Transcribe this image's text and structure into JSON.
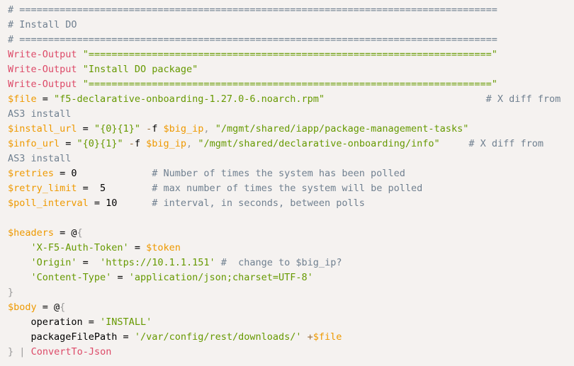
{
  "code_block": {
    "language": "powershell",
    "lines": [
      [
        [
          "comment",
          "# ==================================================================================="
        ]
      ],
      [
        [
          "comment",
          "# Install DO"
        ]
      ],
      [
        [
          "comment",
          "# ==================================================================================="
        ]
      ],
      [
        [
          "function",
          "Write-Output"
        ],
        [
          "plain",
          " "
        ],
        [
          "string",
          "\"======================================================================\""
        ]
      ],
      [
        [
          "function",
          "Write-Output"
        ],
        [
          "plain",
          " "
        ],
        [
          "string",
          "\"Install DO package\""
        ]
      ],
      [
        [
          "function",
          "Write-Output"
        ],
        [
          "plain",
          " "
        ],
        [
          "string",
          "\"======================================================================\""
        ]
      ],
      [
        [
          "variable",
          "$file"
        ],
        [
          "plain",
          " = "
        ],
        [
          "string",
          "\"f5-declarative-onboarding-1.27.0-6.noarch.rpm\""
        ],
        [
          "plain",
          "                            "
        ],
        [
          "comment",
          "# X diff from"
        ]
      ],
      [
        [
          "comment",
          "AS3 install"
        ]
      ],
      [
        [
          "variable",
          "$install_url"
        ],
        [
          "plain",
          " = "
        ],
        [
          "string",
          "\"{0}{1}\""
        ],
        [
          "plain",
          " "
        ],
        [
          "operator",
          "-"
        ],
        [
          "plain",
          "f "
        ],
        [
          "variable",
          "$big_ip"
        ],
        [
          "punctuation",
          ","
        ],
        [
          "plain",
          " "
        ],
        [
          "string",
          "\"/mgmt/shared/iapp/package-management-tasks\""
        ]
      ],
      [
        [
          "variable",
          "$info_url"
        ],
        [
          "plain",
          " = "
        ],
        [
          "string",
          "\"{0}{1}\""
        ],
        [
          "plain",
          " "
        ],
        [
          "operator",
          "-"
        ],
        [
          "plain",
          "f "
        ],
        [
          "variable",
          "$big_ip"
        ],
        [
          "punctuation",
          ","
        ],
        [
          "plain",
          " "
        ],
        [
          "string",
          "\"/mgmt/shared/declarative-onboarding/info\""
        ],
        [
          "plain",
          "     "
        ],
        [
          "comment",
          "# X diff from"
        ]
      ],
      [
        [
          "comment",
          "AS3 install"
        ]
      ],
      [
        [
          "variable",
          "$retries"
        ],
        [
          "plain",
          " = 0             "
        ],
        [
          "comment",
          "# Number of times the system has been polled"
        ]
      ],
      [
        [
          "variable",
          "$retry_limit"
        ],
        [
          "plain",
          " =  5        "
        ],
        [
          "comment",
          "# max number of times the system will be polled"
        ]
      ],
      [
        [
          "variable",
          "$poll_interval"
        ],
        [
          "plain",
          " = 10      "
        ],
        [
          "comment",
          "# interval, in seconds, between polls"
        ]
      ],
      [],
      [
        [
          "variable",
          "$headers"
        ],
        [
          "plain",
          " = @"
        ],
        [
          "punctuation",
          "{"
        ]
      ],
      [
        [
          "plain",
          "    "
        ],
        [
          "string",
          "'X-F5-Auth-Token'"
        ],
        [
          "plain",
          " = "
        ],
        [
          "variable",
          "$token"
        ]
      ],
      [
        [
          "plain",
          "    "
        ],
        [
          "string",
          "'Origin'"
        ],
        [
          "plain",
          " =  "
        ],
        [
          "string",
          "'https://10.1.1.151'"
        ],
        [
          "plain",
          " "
        ],
        [
          "comment",
          "#  change to $big_ip?"
        ]
      ],
      [
        [
          "plain",
          "    "
        ],
        [
          "string",
          "'Content-Type'"
        ],
        [
          "plain",
          " = "
        ],
        [
          "string",
          "'application/json;charset=UTF-8'"
        ]
      ],
      [
        [
          "punctuation",
          "}"
        ]
      ],
      [
        [
          "variable",
          "$body"
        ],
        [
          "plain",
          " = @"
        ],
        [
          "punctuation",
          "{"
        ]
      ],
      [
        [
          "plain",
          "    operation = "
        ],
        [
          "string",
          "'INSTALL'"
        ]
      ],
      [
        [
          "plain",
          "    packageFilePath = "
        ],
        [
          "string",
          "'/var/config/rest/downloads/'"
        ],
        [
          "plain",
          " "
        ],
        [
          "operator",
          "+"
        ],
        [
          "variable",
          "$file"
        ]
      ],
      [
        [
          "punctuation",
          "}"
        ],
        [
          "plain",
          " "
        ],
        [
          "punctuation",
          "|"
        ],
        [
          "plain",
          " "
        ],
        [
          "function",
          "ConvertTo-Json"
        ]
      ]
    ]
  }
}
